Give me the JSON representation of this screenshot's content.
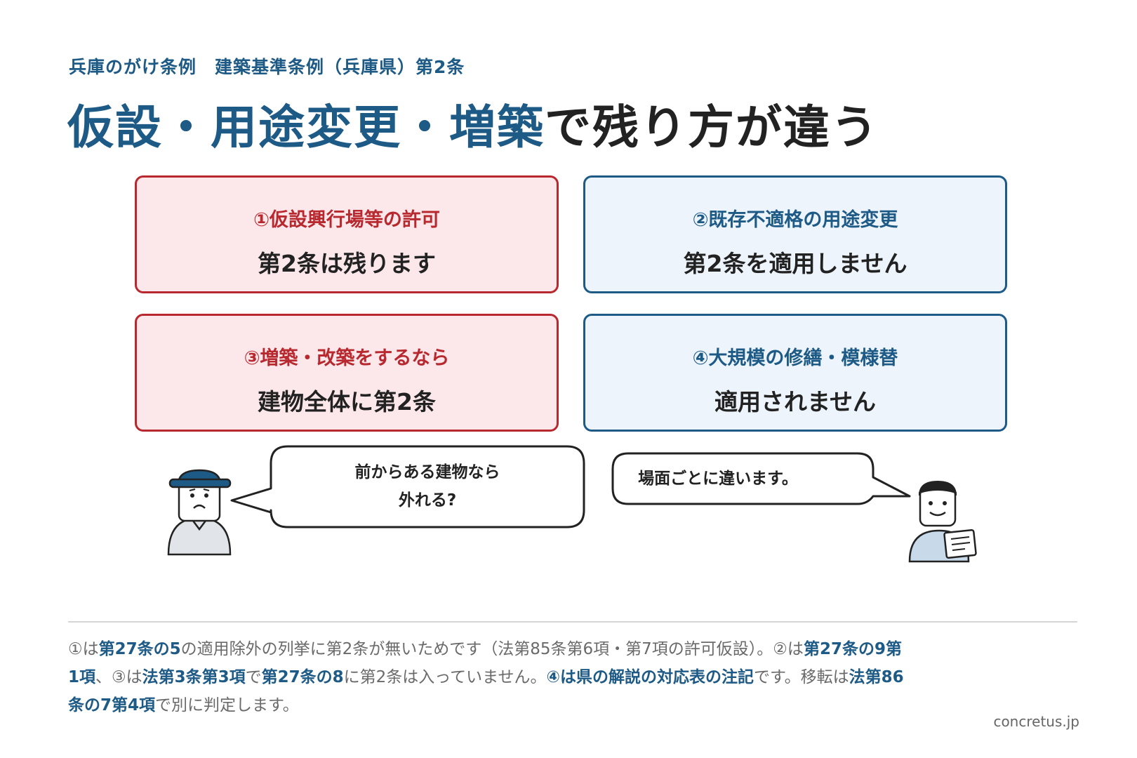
{
  "subtitle": "兵庫のがけ条例　建築基準条例（兵庫県）第2条",
  "title": {
    "blue_part": "仮設・用途変更・増築",
    "dark_part": "で残り方が違う"
  },
  "cards": [
    {
      "head": "①仮設興行場等の許可",
      "body": "第2条は残ります",
      "tone": "red"
    },
    {
      "head": "②既存不適格の用途変更",
      "body": "第2条を適用しません",
      "tone": "blue"
    },
    {
      "head": "③増築・改築をするなら",
      "body": "建物全体に第2条",
      "tone": "red"
    },
    {
      "head": "④大規模の修繕・模様替",
      "body": "適用されません",
      "tone": "blue"
    }
  ],
  "dialogue": {
    "left_line1": "前からある建物なら",
    "left_line2": "外れる?",
    "right": "場面ごとに違います。"
  },
  "notes": {
    "s1": "①は",
    "s2": "第27条の5",
    "s3": "の適用除外の列挙に第2条が無いためです（法第85条第6項・第7項の許可仮設）。②は",
    "s4": "第27条の9第1項",
    "s5": "、③は",
    "s6": "法第3条第3項",
    "s7": "で",
    "s8": "第27条の8",
    "s9": "に第2条は入っていません。",
    "s10": "④は県の解説の対応表の注記",
    "s11": "です。移転は",
    "s12": "法第86条の7第4項",
    "s13": "で別に判定します。"
  },
  "credit": "concretus.jp",
  "colors": {
    "accent_blue": "#1d5a86",
    "accent_red": "#b8282f",
    "card_red_bg": "#fce8ea",
    "card_blue_bg": "#edf4fc"
  }
}
